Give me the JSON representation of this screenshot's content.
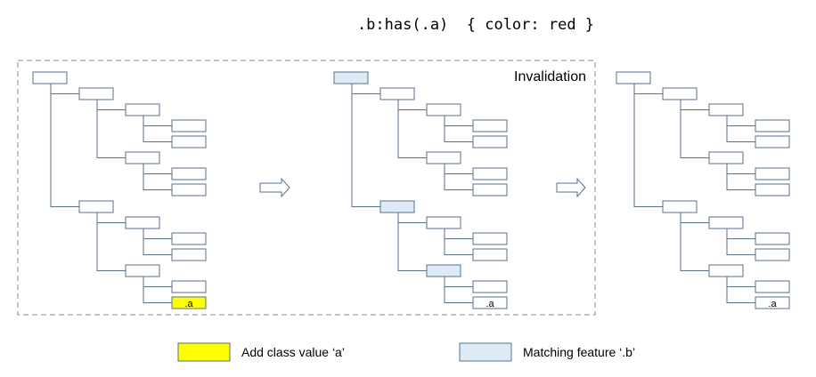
{
  "title": ".b:has(.a)  { color: red }",
  "invalidation_label": "Invalidation",
  "node_label": ".a",
  "legend": [
    {
      "id": "add-class",
      "label": "Add class value ‘a’",
      "color": "#ffff00"
    },
    {
      "id": "matching-feature",
      "label": "Matching feature ‘.b’",
      "color": "#ddebf7"
    }
  ],
  "colors": {
    "tree_line": "#5a6f8c",
    "node_border": "#5a6f8c",
    "dashed_border": "#888888",
    "text": "#000000"
  },
  "trees": [
    {
      "id": "before",
      "highlight_b": [],
      "highlight_a": [
        13
      ]
    },
    {
      "id": "invalidated",
      "highlight_b": [
        0,
        8,
        10
      ],
      "highlight_a": []
    },
    {
      "id": "after",
      "highlight_b": [],
      "highlight_a": []
    }
  ]
}
